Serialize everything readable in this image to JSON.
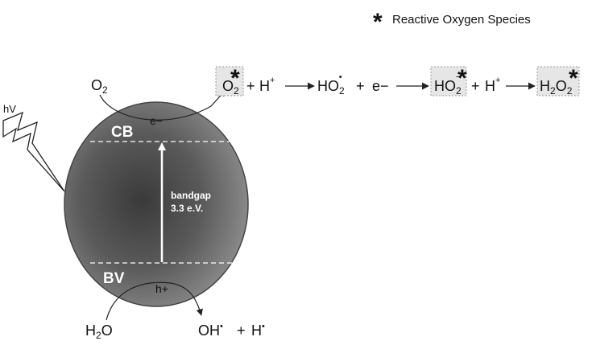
{
  "legend": {
    "marker": "*",
    "text": "Reactive Oxygen Species"
  },
  "light": {
    "label": "hV"
  },
  "particle": {
    "cb_label": "CB",
    "bv_label": "BV",
    "bandgap_line1": "bandgap",
    "bandgap_line2": "3.3 e.V.",
    "electron": "e−",
    "hole": "h+"
  },
  "reactants": {
    "o2": {
      "base": "O",
      "sub": "2"
    },
    "h2o": {
      "base": "H",
      "sub": "2",
      "tail": "O"
    }
  },
  "oxidation_products": {
    "oh": {
      "base": "OH",
      "sup": "•"
    },
    "plus": "+",
    "h": {
      "base": "H",
      "sup": "•"
    }
  },
  "reaction_chain": {
    "superoxide": {
      "base": "O",
      "sub": "2",
      "sup": "−",
      "ros": true
    },
    "plus1": "+",
    "proton1": {
      "base": "H",
      "sup": "+"
    },
    "hydroperoxyl": {
      "base": "HO",
      "sub": "2",
      "sup": "•"
    },
    "plus2": "+",
    "electron": "e−",
    "hydroperoxide": {
      "base": "HO",
      "sub": "2",
      "sup": "−",
      "ros": true
    },
    "plus3": "+",
    "proton2": {
      "base": "H",
      "sup": "+"
    },
    "peroxide": {
      "base": "H",
      "sub": "2",
      "mid": "O",
      "sub2": "2",
      "ros": true
    }
  },
  "ros_marker": "*",
  "colors": {
    "particle_dark": "#3e3e3e",
    "particle_light": "#8a8a8a",
    "particle_edge": "#444444",
    "ros_box_fill": "#e6e6e6",
    "ros_box_stroke": "#9a9a9a",
    "arrow": "#222222"
  }
}
